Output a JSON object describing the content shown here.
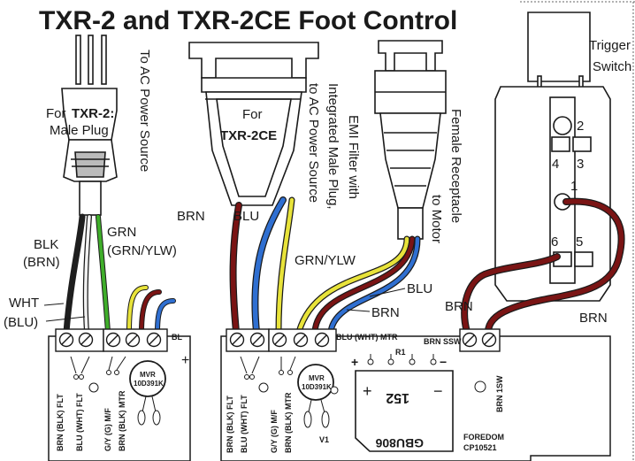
{
  "title": "TXR-2 and TXR-2CE Foot Control",
  "colors": {
    "black": "#1e1e1e",
    "white": "#f2f2f2",
    "green": "#3fae2a",
    "yellow": "#e8e33a",
    "brown": "#7a1414",
    "blue": "#2f6fd1",
    "outline": "#1a1a1a"
  },
  "labels": {
    "to_ac_power_source": "To AC Power Source",
    "for_txr2_prefix": "For ",
    "for_txr2_bold": "TXR-2:",
    "male_plug": "Male Plug",
    "for_txr2ce_line1": "For",
    "for_txr2ce_line2": "TXR-2CE",
    "emi_line1": "EMI Filter with",
    "emi_line2": "Integrated Male Plug,",
    "emi_line3": "to AC Power Source",
    "female_receptacle_line1": "Female Receptacle",
    "female_receptacle_line2": "to Motor",
    "trigger_line1": "Trigger",
    "trigger_line2": "Switch",
    "blk": "BLK",
    "brn_paren": "(BRN)",
    "grn": "GRN",
    "grn_ylw_paren": "(GRN/YLW)",
    "wht": "WHT",
    "blu_paren": "(BLU)",
    "brn_ce": "BRN",
    "blu_ce": "BLU",
    "grn_ylw": "GRN/YLW",
    "blu_motor": "BLU",
    "brn_motor": "BRN",
    "brn_switch_left": "BRN",
    "brn_switch_right": "BRN"
  },
  "switch_terminals": [
    "1",
    "2",
    "3",
    "4",
    "5",
    "6"
  ],
  "board_left": {
    "edge_label": "BL",
    "terminal_labels": [
      "BRN (BLK) FLT",
      "BLU (WHT) FLT",
      "G/Y (G) M/F",
      "BRN (BLK) MTR"
    ],
    "mov_line1": "MVR",
    "mov_line2": "10D391K"
  },
  "board_right": {
    "header_mtr": "BLU (WHT) MTR",
    "header_ssw": "BRN SSW",
    "r1": "R1",
    "terminal_labels": [
      "BRN (BLK) FLT",
      "BLU (WHT) FLT",
      "G/Y (G) M/F",
      "BRN (BLK) MTR"
    ],
    "mov_line1": "MVR",
    "mov_line2": "10D391K",
    "v1": "V1",
    "bridge_top": "152",
    "bridge_part": "GBU806",
    "brn_1sw": "BRN 1SW",
    "maker_line1": "FOREDOM",
    "maker_line2": "CP10521"
  }
}
